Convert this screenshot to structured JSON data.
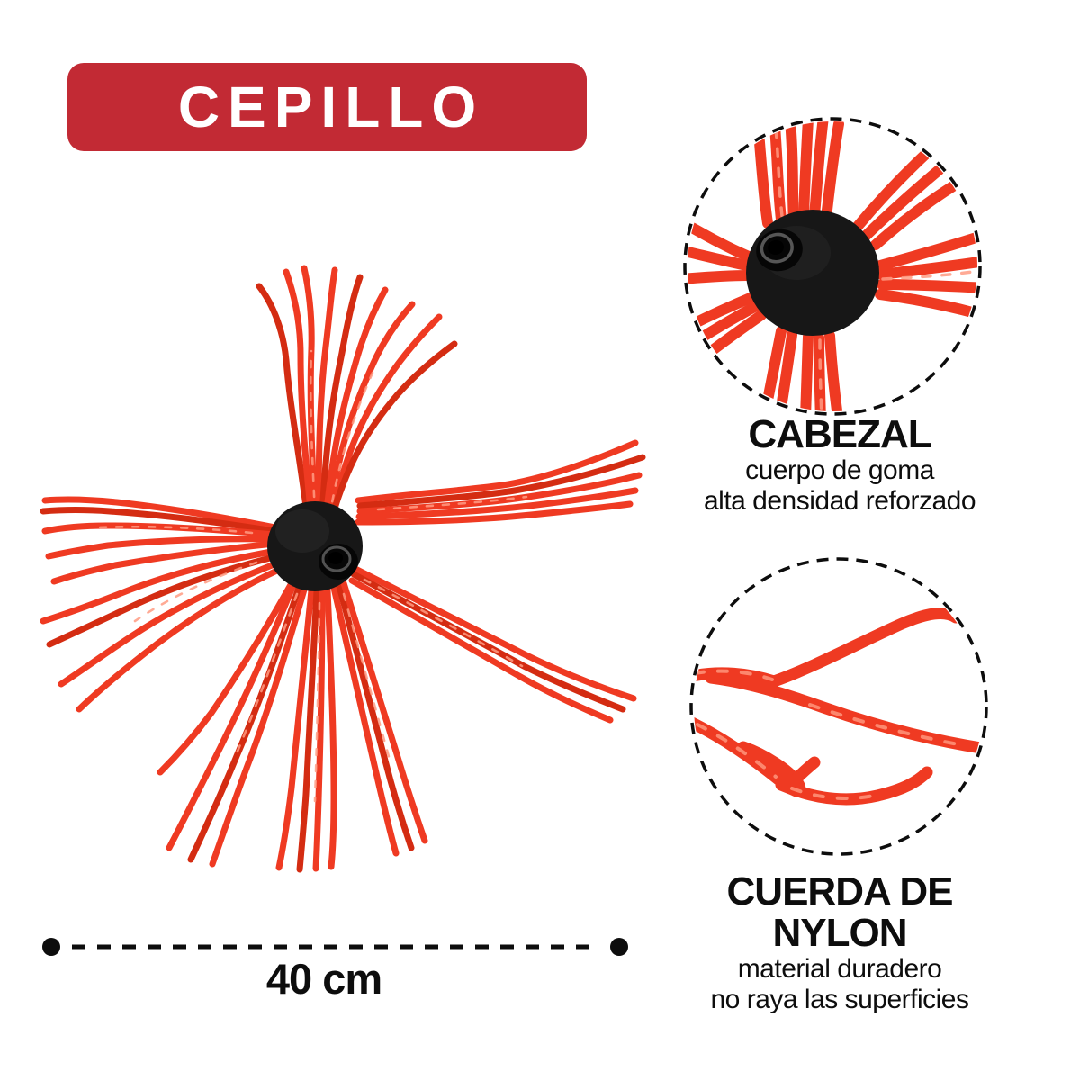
{
  "badge": {
    "label": "CEPILLO"
  },
  "colors": {
    "badge_bg": "#c22a34",
    "badge_text": "#ffffff",
    "strand": "#ef3a22",
    "strand_dark": "#d42c12",
    "strand_light": "#ff9b82",
    "head": "#171717",
    "ink": "#0d0d0d"
  },
  "illustrations": {
    "main": "chimney-sweep-brush",
    "detail_top": "rubber-head-closeup",
    "detail_bottom": "nylon-cord-closeup"
  },
  "dimension": {
    "label": "40 cm"
  },
  "callouts": {
    "cabezal": {
      "title": "CABEZAL",
      "line1": "cuerpo de goma",
      "line2": "alta densidad reforzado"
    },
    "cuerda": {
      "title": "CUERDA DE NYLON",
      "line1": "material duradero",
      "line2": "no raya las superficies"
    }
  }
}
